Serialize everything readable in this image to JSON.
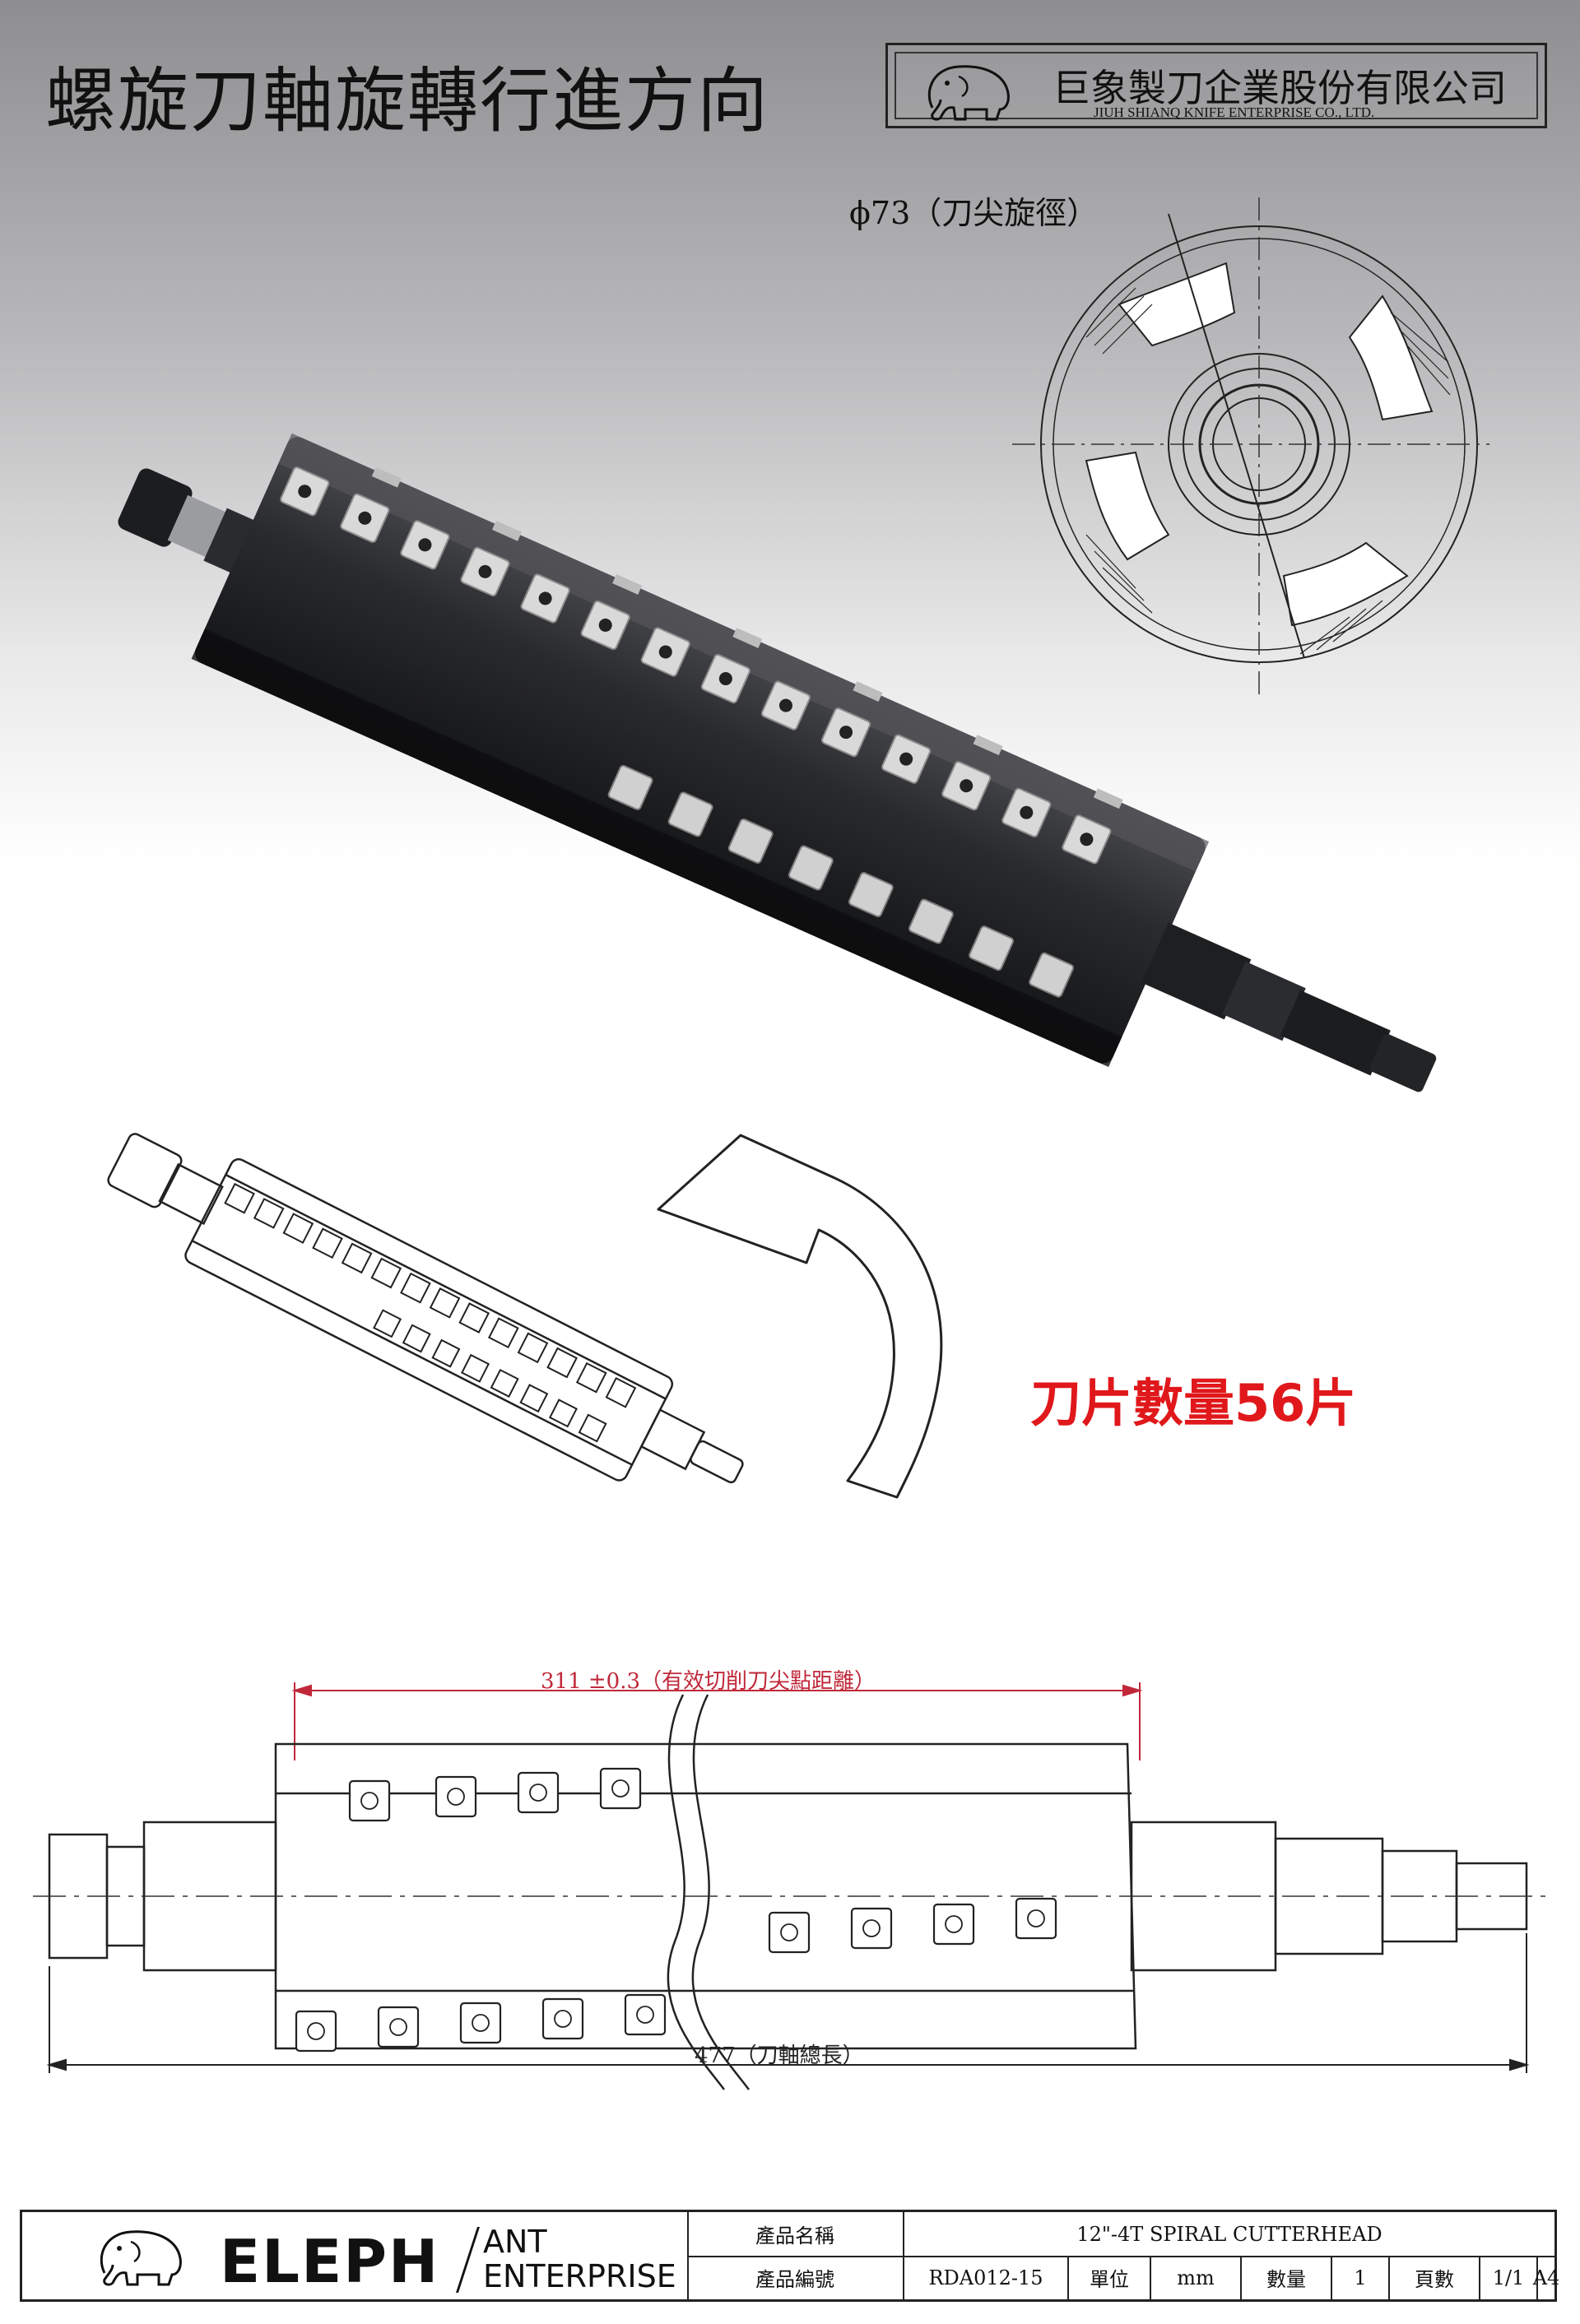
{
  "header": {
    "title": "螺旋刀軸旋轉行進方向",
    "company_zh": "巨象製刀企業股份有限公司",
    "company_en": "JIUH SHIANQ KNIFE ENTERPRISE CO., LTD."
  },
  "drawing": {
    "tip_diameter": "ϕ73（刀尖旋徑）",
    "insert_count": "刀片數量56片",
    "effective_length": "311 ±0.3（有效切削刀尖點距離）",
    "total_length": "477（刀軸總長）"
  },
  "title_block": {
    "brand": "ELEPH",
    "brand_ant": "ANT",
    "brand_enterprise": "ENTERPRISE",
    "product_name_label": "產品名稱",
    "product_name": "12\"-4T SPIRAL CUTTERHEAD",
    "product_no_label": "產品編號",
    "product_no": "RDA012-15",
    "unit_label": "單位",
    "unit": "mm",
    "qty_label": "數量",
    "qty": "1",
    "page_label": "頁數",
    "page": "1/1",
    "paper": "A4"
  },
  "colors": {
    "accent_red": "#e0181b",
    "dimension_red": "#c0283a",
    "metal_dark": "#2a2b2e"
  }
}
